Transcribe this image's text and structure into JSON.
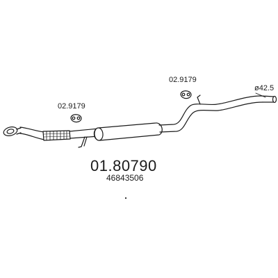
{
  "labels": {
    "hanger_left": "02.9179",
    "hanger_right": "02.9179",
    "diameter": "ø42.5",
    "part_number": "01.80790",
    "oem_number": "46843506"
  },
  "colors": {
    "line": "#1a1a1a",
    "fill": "#ffffff",
    "background": "#ffffff"
  }
}
